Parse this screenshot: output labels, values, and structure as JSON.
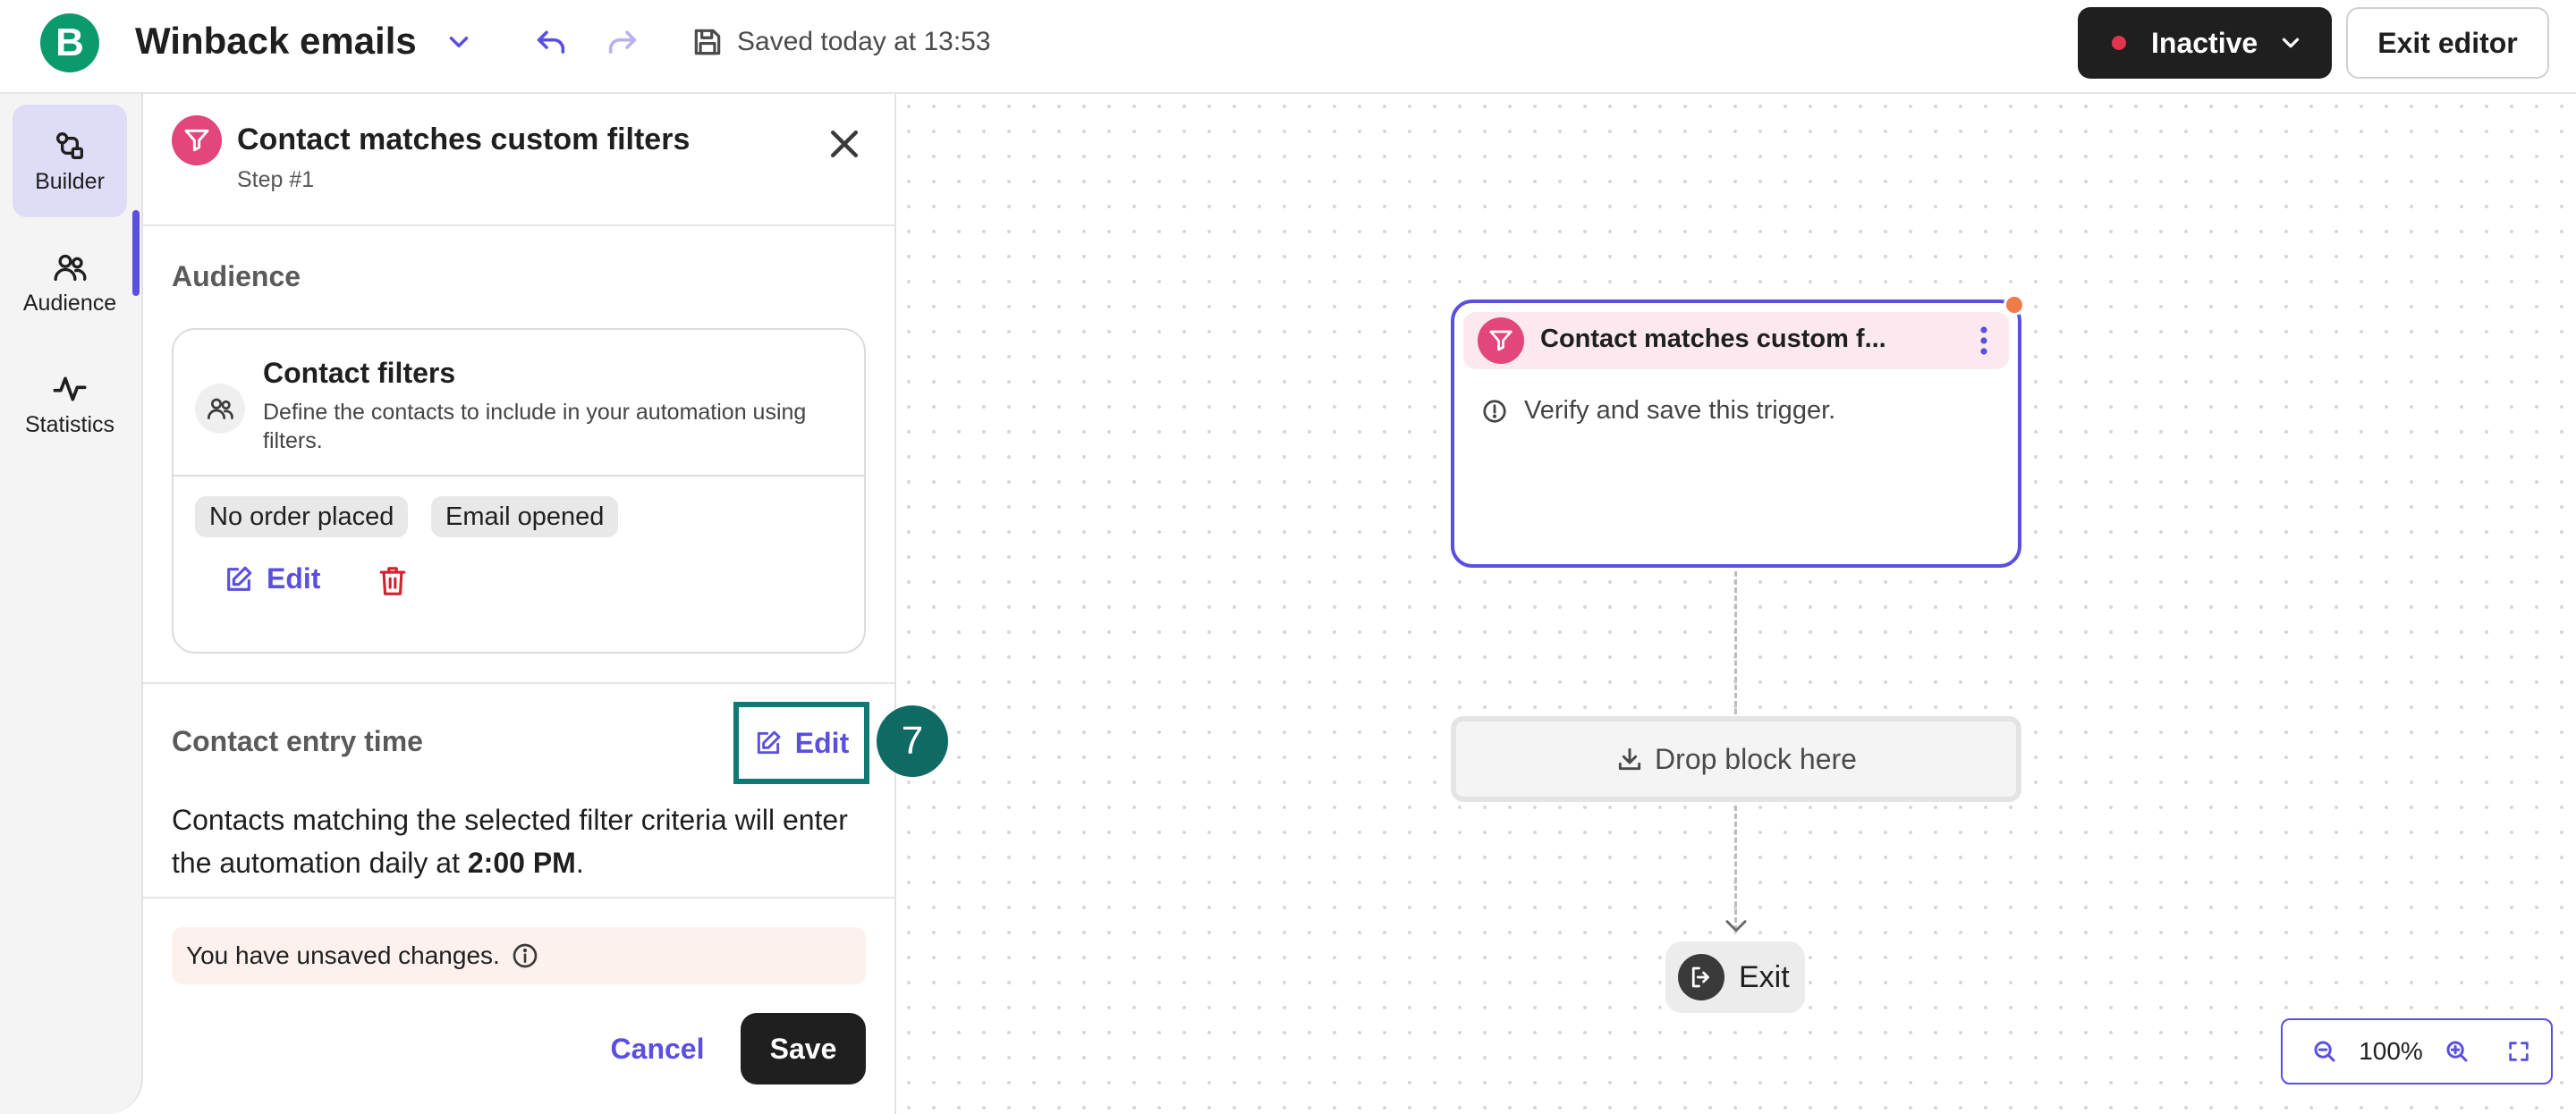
{
  "header": {
    "logo_letter": "B",
    "title": "Winback emails",
    "saved_text": "Saved today at 13:53",
    "status_label": "Inactive",
    "exit_editor_label": "Exit editor"
  },
  "sidebar": {
    "items": [
      {
        "label": "Builder",
        "icon": "builder-icon",
        "active": true
      },
      {
        "label": "Audience",
        "icon": "people-icon",
        "active": false
      },
      {
        "label": "Statistics",
        "icon": "statistics-icon",
        "active": false
      }
    ]
  },
  "panel": {
    "title": "Contact matches custom filters",
    "step": "Step #1",
    "audience_heading": "Audience",
    "card": {
      "title": "Contact filters",
      "description": "Define the contacts to include in your automation using filters.",
      "chips": [
        "No order placed",
        "Email opened"
      ],
      "edit_label": "Edit"
    },
    "entry_heading": "Contact entry time",
    "entry_edit_label": "Edit",
    "step_marker": "7",
    "entry_text_prefix": "Contacts matching the selected filter criteria will enter the automation daily at ",
    "entry_time": "2:00 PM",
    "entry_text_suffix": ".",
    "unsaved_text": "You have unsaved changes.",
    "cancel_label": "Cancel",
    "save_label": "Save"
  },
  "canvas": {
    "node_title": "Contact matches custom f...",
    "node_warning": "Verify and save this trigger.",
    "drop_label": "Drop block here",
    "exit_label": "Exit",
    "zoom_level": "100%"
  },
  "colors": {
    "accent": "#5b4fe0",
    "filter_badge": "#e2467a",
    "brand_green": "#0b996e",
    "status_dot": "#e0354d",
    "step_marker": "#0f6a64"
  }
}
